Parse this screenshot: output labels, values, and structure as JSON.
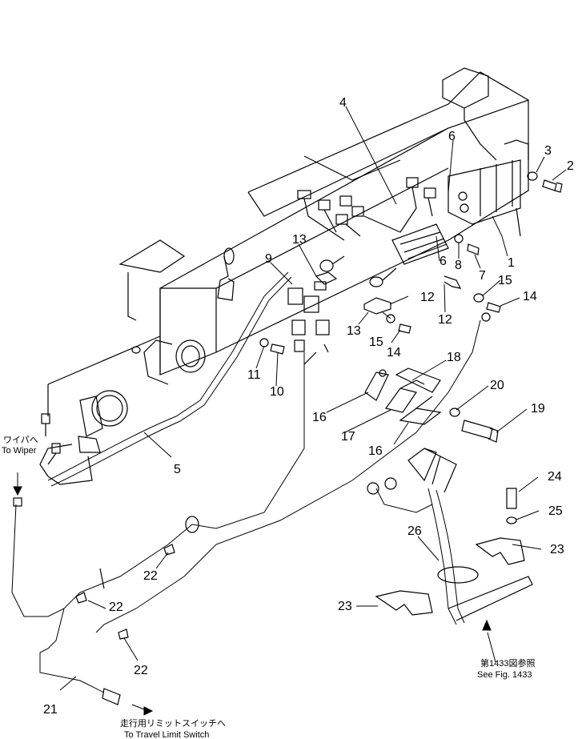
{
  "callouts": {
    "c1": "1",
    "c2": "2",
    "c3": "3",
    "c4": "4",
    "c5": "5",
    "c6a": "6",
    "c6b": "6",
    "c7": "7",
    "c8": "8",
    "c9": "9",
    "c10": "10",
    "c11": "11",
    "c12a": "12",
    "c12b": "12",
    "c13a": "13",
    "c13b": "13",
    "c14a": "14",
    "c14b": "14",
    "c15a": "15",
    "c15b": "15",
    "c16a": "16",
    "c16b": "16",
    "c17": "17",
    "c18": "18",
    "c19": "19",
    "c20": "20",
    "c21": "21",
    "c22a": "22",
    "c22b": "22",
    "c22c": "22",
    "c23a": "23",
    "c23b": "23",
    "c24": "24",
    "c25": "25",
    "c26": "26"
  },
  "notes": {
    "wiper_jp": "ワイパへ",
    "wiper_en": "To Wiper",
    "travel_jp": "走行用リミットスイッチへ",
    "travel_en": "To Travel Limit Switch",
    "fig_jp": "第1433図参照",
    "fig_en": "See Fig. 1433"
  }
}
